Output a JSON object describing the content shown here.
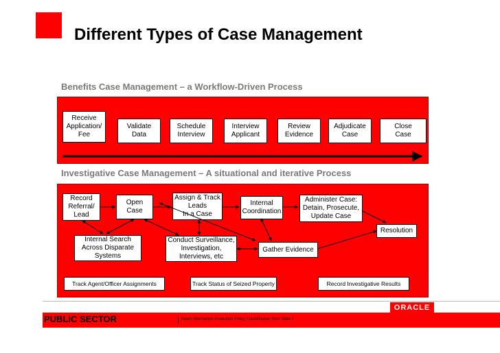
{
  "slide": {
    "title": "Different Types of  Case Management"
  },
  "benefits": {
    "heading": "Benefits Case Management – a Workflow-Driven Process",
    "steps": [
      "Receive\nApplication/\nFee",
      "Validate\nData",
      "Schedule\nInterview",
      "Interview\nApplicant",
      "Review\nEvidence",
      "Adjudicate\nCase",
      "Close\nCase"
    ]
  },
  "investigative": {
    "heading": "Investigative Case Management – A situational and iterative Process",
    "nodes": {
      "record_referral": "Record\nReferral/\nLead",
      "open_case": "Open\nCase",
      "assign_track": "Assign & Track\nLeads\nIn a Case",
      "internal_coordination": "Internal\nCoordination",
      "administer_case": "Administer Case:\nDetain, Prosecute,\nUpdate Case",
      "resolution": "Resolution",
      "internal_search": "Internal Search\nAcross Disparate\nSystems",
      "conduct_surveillance": "Conduct Surveillance,\nInvestigation,\nInterviews, etc",
      "gather_evidence": "Gather Evidence"
    },
    "bottom_items": [
      "Track Agent/Officer Assignments",
      "Track Status of Seized Property",
      "Record Investigative Results"
    ]
  },
  "footer": {
    "label": "PUBLIC SECTOR",
    "note": "Insert Information Protection Policy Classification from Slide 7",
    "logo": "ORACLE"
  },
  "colors": {
    "accent_red": "#ff0000",
    "heading_gray": "#7a7a7a"
  }
}
